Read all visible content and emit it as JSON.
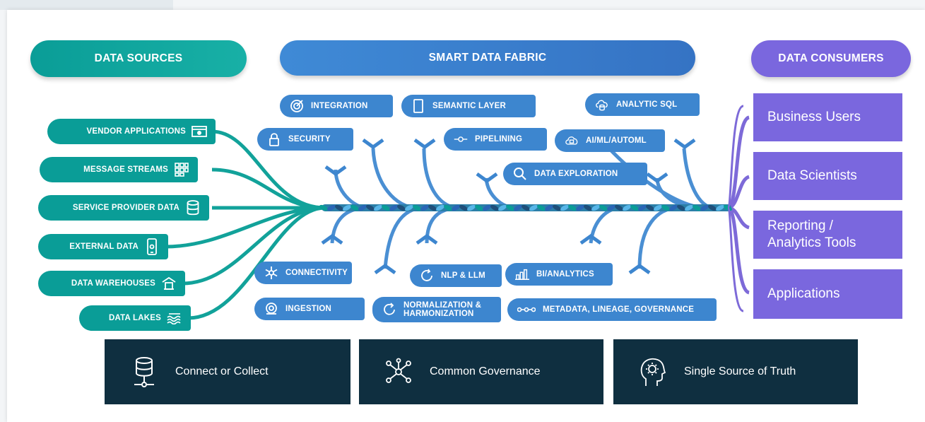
{
  "headers": {
    "sources": "DATA SOURCES",
    "fabric": "SMART DATA FABRIC",
    "consumers": "DATA CONSUMERS"
  },
  "sources": [
    {
      "label": "VENDOR APPLICATIONS",
      "icon": "app-window-icon"
    },
    {
      "label": "MESSAGE STREAMS",
      "icon": "grid-icon"
    },
    {
      "label": "SERVICE PROVIDER DATA",
      "icon": "database-icon"
    },
    {
      "label": "EXTERNAL DATA",
      "icon": "mobile-icon"
    },
    {
      "label": "DATA WAREHOUSES",
      "icon": "warehouse-icon"
    },
    {
      "label": "DATA LAKES",
      "icon": "lake-icon"
    }
  ],
  "fabric_top": [
    {
      "label": "INTEGRATION",
      "icon": "target-icon"
    },
    {
      "label": "SEMANTIC LAYER",
      "icon": "document-icon"
    },
    {
      "label": "ANALYTIC SQL",
      "icon": "cloud-db-icon"
    },
    {
      "label": "SECURITY",
      "icon": "lock-icon"
    },
    {
      "label": "PIPELINING",
      "icon": "pipeline-icon"
    },
    {
      "label": "AI/ML/AUTOML",
      "icon": "cloud-chip-icon"
    },
    {
      "label": "DATA EXPLORATION",
      "icon": "search-icon"
    }
  ],
  "fabric_bottom": [
    {
      "label": "CONNECTIVITY",
      "icon": "snowflake-icon"
    },
    {
      "label": "NLP & LLM",
      "icon": "sync-icon"
    },
    {
      "label": "BI/ANALYTICS",
      "icon": "bar-chart-icon"
    },
    {
      "label": "INGESTION",
      "icon": "ingest-icon"
    },
    {
      "label": "NORMALIZATION &",
      "label2": "HARMONIZATION",
      "icon": "refresh-icon"
    },
    {
      "label": "METADATA, LINEAGE, GOVERNANCE",
      "icon": "lineage-icon"
    }
  ],
  "consumers": [
    {
      "label": "Business Users"
    },
    {
      "label": "Data Scientists"
    },
    {
      "label": "Reporting /",
      "label2": "Analytics Tools"
    },
    {
      "label": "Applications"
    }
  ],
  "pillars": [
    {
      "label": "Connect or Collect",
      "icon": "database-network-icon"
    },
    {
      "label": "Common Governance",
      "icon": "network-icon"
    },
    {
      "label": "Single Source of Truth",
      "icon": "head-gear-icon"
    }
  ],
  "colors": {
    "teal": "#0a9d97",
    "fabric_blue": "#3d86cf",
    "consumer_purple": "#7a67de",
    "pillar_navy": "#0f2f40"
  }
}
